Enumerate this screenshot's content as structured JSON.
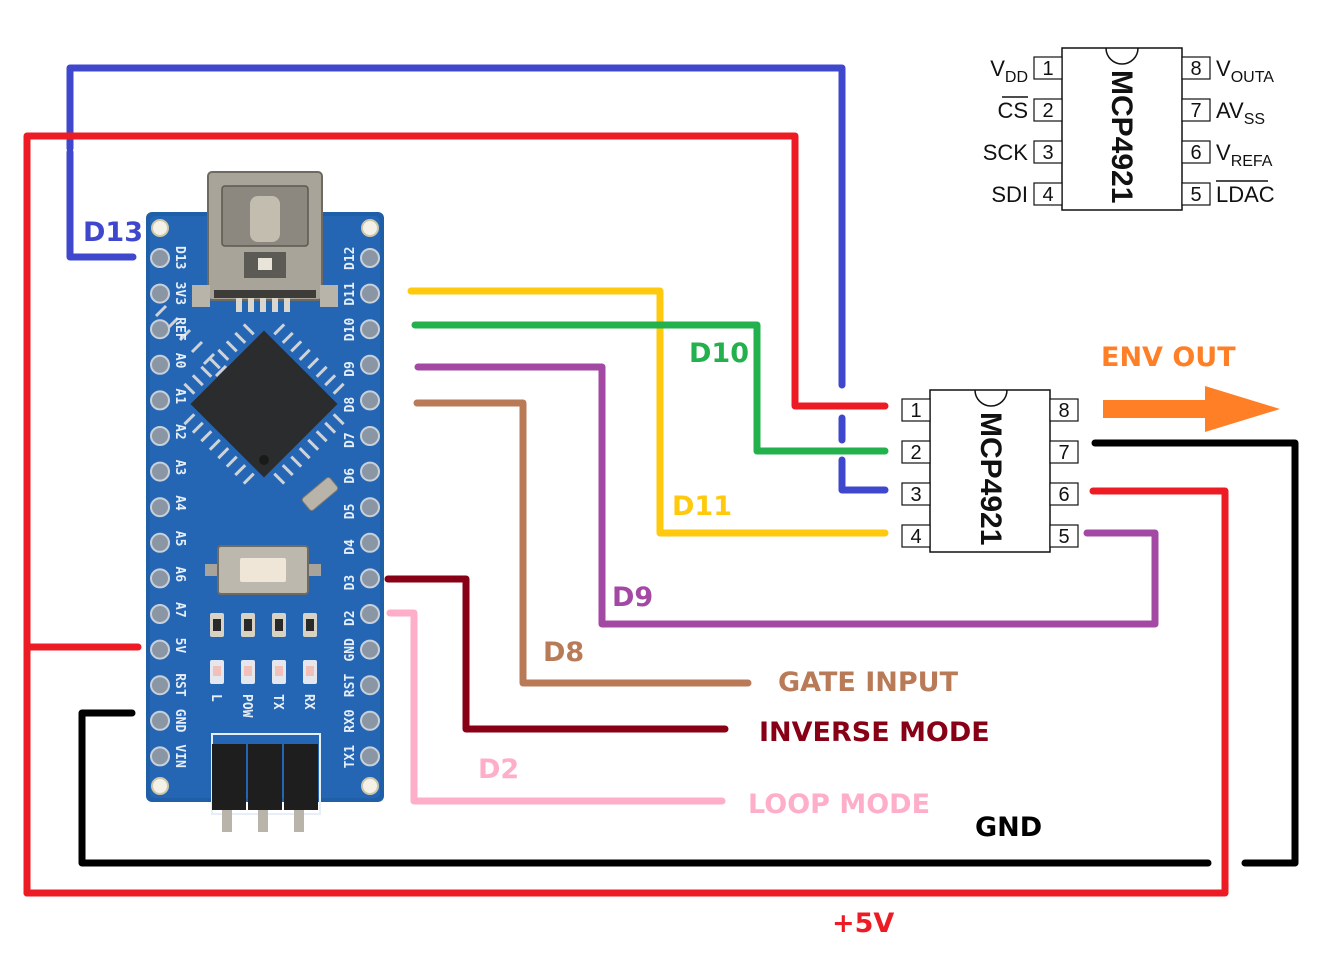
{
  "title": "Arduino Nano + MCP4921 envelope generator wiring",
  "colors": {
    "d13": "#3f48cc",
    "vcc": "#ed1c24",
    "d11": "#ffc90e",
    "d10": "#22b14c",
    "d9": "#a349a4",
    "d8": "#b97a57",
    "d3": "#880015",
    "d2": "#ffaec9",
    "gnd": "#000000",
    "env_out": "#ff7f27",
    "pcb": "#1f5fa8"
  },
  "reference_chip": {
    "name": "MCP4921",
    "left_pins": [
      {
        "num": "1",
        "name": "V",
        "sub": "DD",
        "overline": false
      },
      {
        "num": "2",
        "name": "CS",
        "sub": "",
        "overline": true
      },
      {
        "num": "3",
        "name": "SCK",
        "sub": "",
        "overline": false
      },
      {
        "num": "4",
        "name": "SDI",
        "sub": "",
        "overline": false
      }
    ],
    "right_pins": [
      {
        "num": "8",
        "name": "V",
        "sub": "OUTA",
        "overline": false
      },
      {
        "num": "7",
        "name": "AV",
        "sub": "SS",
        "overline": false
      },
      {
        "num": "6",
        "name": "V",
        "sub": "REFA",
        "overline": false
      },
      {
        "num": "5",
        "name": "LDAC",
        "sub": "",
        "overline": true
      }
    ]
  },
  "wired_chip": {
    "name": "MCP4921",
    "left_pins": [
      "1",
      "2",
      "3",
      "4"
    ],
    "right_pins": [
      "8",
      "7",
      "6",
      "5"
    ]
  },
  "arduino": {
    "left_header": [
      "D13",
      "3V3",
      "REF",
      "A0",
      "A1",
      "A2",
      "A3",
      "A4",
      "A5",
      "A6",
      "A7",
      "5V",
      "RST",
      "GND",
      "VIN"
    ],
    "right_header": [
      "D12",
      "D11",
      "D10",
      "D9",
      "D8",
      "D7",
      "D6",
      "D5",
      "D4",
      "D3",
      "D2",
      "GND",
      "RST",
      "RX0",
      "TX1"
    ],
    "leds": [
      "L",
      "POW",
      "TX",
      "RX"
    ]
  },
  "labels": {
    "d13": "D13",
    "d10": "D10",
    "d11": "D11",
    "d9": "D9",
    "d8": "D8",
    "d2": "D2",
    "env_out": "ENV OUT",
    "gate_input": "GATE INPUT",
    "inverse_mode": "INVERSE MODE",
    "loop_mode": "LOOP MODE",
    "gnd": "GND",
    "vcc": "+5V"
  }
}
